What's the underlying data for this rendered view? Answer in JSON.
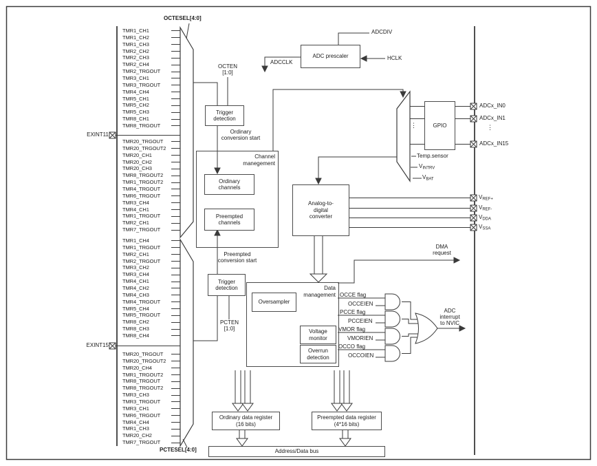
{
  "left": {
    "octesel": "OCTESEL[4:0]",
    "pctesel": "PCTESEL[4:0]",
    "exint11": "EXINT11",
    "exint15": "EXINT15",
    "group1": [
      "TMR1_CH1",
      "TMR1_CH2",
      "TMR1_CH3",
      "TMR2_CH2",
      "TMR2_CH3",
      "TMR2_CH4",
      "TMR2_TRGOUT",
      "TMR3_CH1",
      "TMR3_TRGOUT",
      "TMR4_CH4",
      "TMR5_CH1",
      "TMR5_CH2",
      "TMR5_CH3",
      "TMR8_CH1",
      "TMR8_TRGOUT"
    ],
    "group2": [
      "TMR20_TRGOUT",
      "TMR20_TRGOUT2",
      "TMR20_CH1",
      "TMR20_CH2",
      "TMR20_CH3",
      "TMR8_TRGOUT2",
      "TMR1_TRGOUT2",
      "TMR4_TRGOUT",
      "TMR6_TRGOUT",
      "TMR3_CH4",
      "TMR4_CH1",
      "TMR1_TRGOUT",
      "TMR2_CH1",
      "TMR7_TRGOUT"
    ],
    "group3": [
      "TMR1_CH4",
      "TMR1_TRGOUT",
      "TMR2_CH1",
      "TMR2_TRGOUT",
      "TMR3_CH2",
      "TMR3_CH4",
      "TMR4_CH1",
      "TMR4_CH2",
      "TMR4_CH3",
      "TMR4_TRGOUT",
      "TMR5_CH4",
      "TMR5_TRGOUT",
      "TMR8_CH2",
      "TMR8_CH3",
      "TMR8_CH4"
    ],
    "group4": [
      "TMR20_TRGOUT",
      "TMR20_TRGOUT2",
      "TMR20_CH4",
      "TMR1_TRGOUT2",
      "TMR8_TRGOUT",
      "TMR8_TRGOUT2",
      "TMR3_CH3",
      "TMR3_TRGOUT",
      "TMR3_CH1",
      "TMR6_TRGOUT",
      "TMR4_CH4",
      "TMR1_CH3",
      "TMR20_CH2",
      "TMR7_TRGOUT"
    ]
  },
  "trigger": {
    "box_l1": "Trigger",
    "box_l2": "detection",
    "octen_l1": "OCTEN",
    "octen_l2": "[1:0]",
    "pcten_l1": "PCTEN",
    "pcten_l2": "[1:0]",
    "ordinary_l1": "Ordinary",
    "ordinary_l2": "conversion start",
    "preempted_l1": "Preempted",
    "preempted_l2": "conversion start"
  },
  "channel": {
    "title_l1": "Channel",
    "title_l2": "manegement",
    "ord_l1": "Ordinary",
    "ord_l2": "channels",
    "pre_l1": "Preempted",
    "pre_l2": "channels"
  },
  "clock": {
    "prescaler": "ADC prescaler",
    "adcdiv": "ADCDIV",
    "hclk": "HCLK",
    "adcclk": "ADCCLK"
  },
  "analog": {
    "gpio": "GPIO",
    "temp": "Temp.sensor",
    "vintrv_v": "V",
    "vintrv_sub": "INTRV",
    "vbat_v": "V",
    "vbat_sub": "BAT",
    "in0": "ADCx_IN0",
    "in1": "ADCx_IN1",
    "in15": "ADCx_IN15",
    "dots": "⋮"
  },
  "adc": {
    "l1": "Analog-to-",
    "l2": "digital",
    "l3": "converter"
  },
  "pins": {
    "vrefp_v": "V",
    "vrefp_sub": "REF+",
    "vrefm_v": "V",
    "vrefm_sub": "REF-",
    "vdda_v": "V",
    "vdda_sub": "DDA",
    "vssa_v": "V",
    "vssa_sub": "SSA"
  },
  "datamgmt": {
    "title_l1": "Data",
    "title_l2": "management",
    "oversampler": "Oversampler",
    "volt_l1": "Voltage",
    "volt_l2": "monitor",
    "ovr_l1": "Overrun",
    "ovr_l2": "detection"
  },
  "flags": {
    "occe": "OCCE flag",
    "occeien": "OCCEIEN",
    "pcce": "PCCE flag",
    "pcceien": "PCCEIEN",
    "vmor": "VMOR flag",
    "vmorien": "VMORIEN",
    "occo": "OCCO flag",
    "occoien": "OCCOIEN"
  },
  "outputs": {
    "dma_l1": "DMA",
    "dma_l2": "request",
    "irq_l1": "ADC",
    "irq_l2": "interrupt",
    "irq_l3": "to NVIC"
  },
  "registers": {
    "ord_l1": "Ordinary data register",
    "ord_l2": "(16 bits)",
    "pre_l1": "Preempted data register",
    "pre_l2": "(4*16 bits)",
    "bus": "Address/Data bus"
  },
  "colors": {
    "line": "#3a3a3a",
    "text": "#1c1c1c"
  }
}
